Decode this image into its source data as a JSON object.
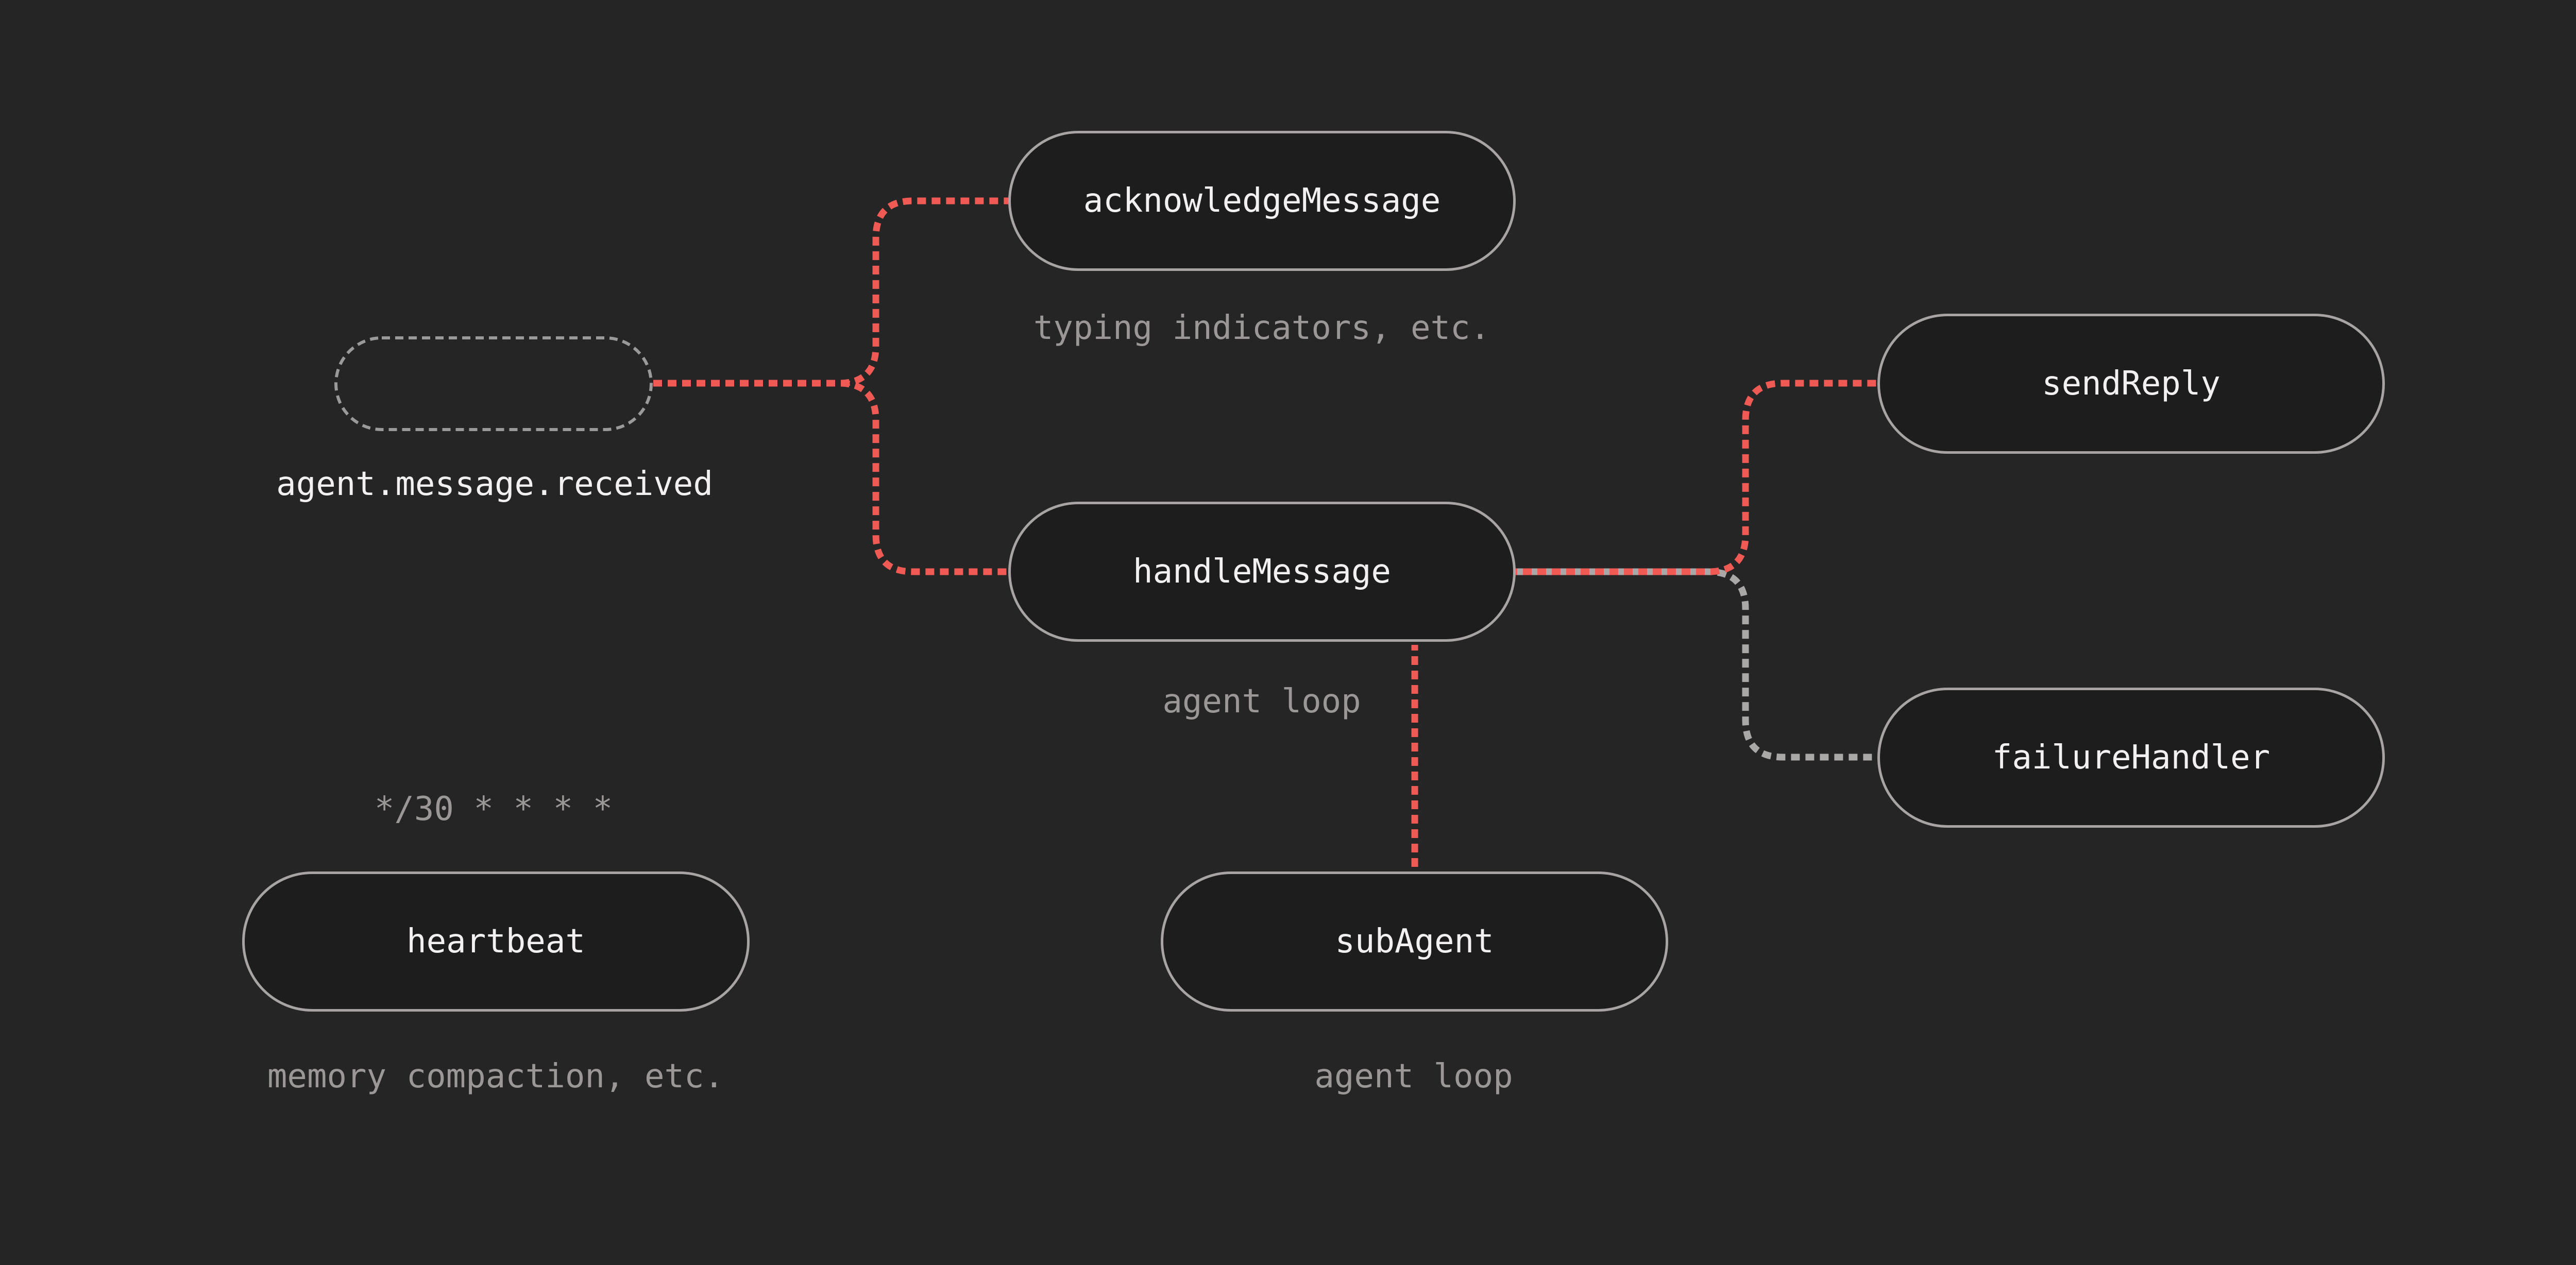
{
  "diagram": {
    "trigger": {
      "caption": "agent.message.received"
    },
    "nodes": {
      "acknowledge_message": {
        "label": "acknowledgeMessage",
        "caption": "typing indicators, etc."
      },
      "handle_message": {
        "label": "handleMessage",
        "caption": "agent loop"
      },
      "send_reply": {
        "label": "sendReply"
      },
      "failure_handler": {
        "label": "failureHandler"
      },
      "sub_agent": {
        "label": "subAgent",
        "caption": "agent loop"
      },
      "heartbeat": {
        "label": "heartbeat",
        "caption": "memory compaction, etc.",
        "schedule": "*/30 * * * *"
      }
    }
  },
  "colors": {
    "background": "#252526",
    "node_fill": "#1d1d1d",
    "node_border": "#a8a4a4",
    "trigger_border": "#9a9a9a",
    "label_text": "#f2f0f0",
    "caption_text": "#9b9797",
    "edge_red": "#ef5a54",
    "edge_gray": "#aaa7a7"
  }
}
